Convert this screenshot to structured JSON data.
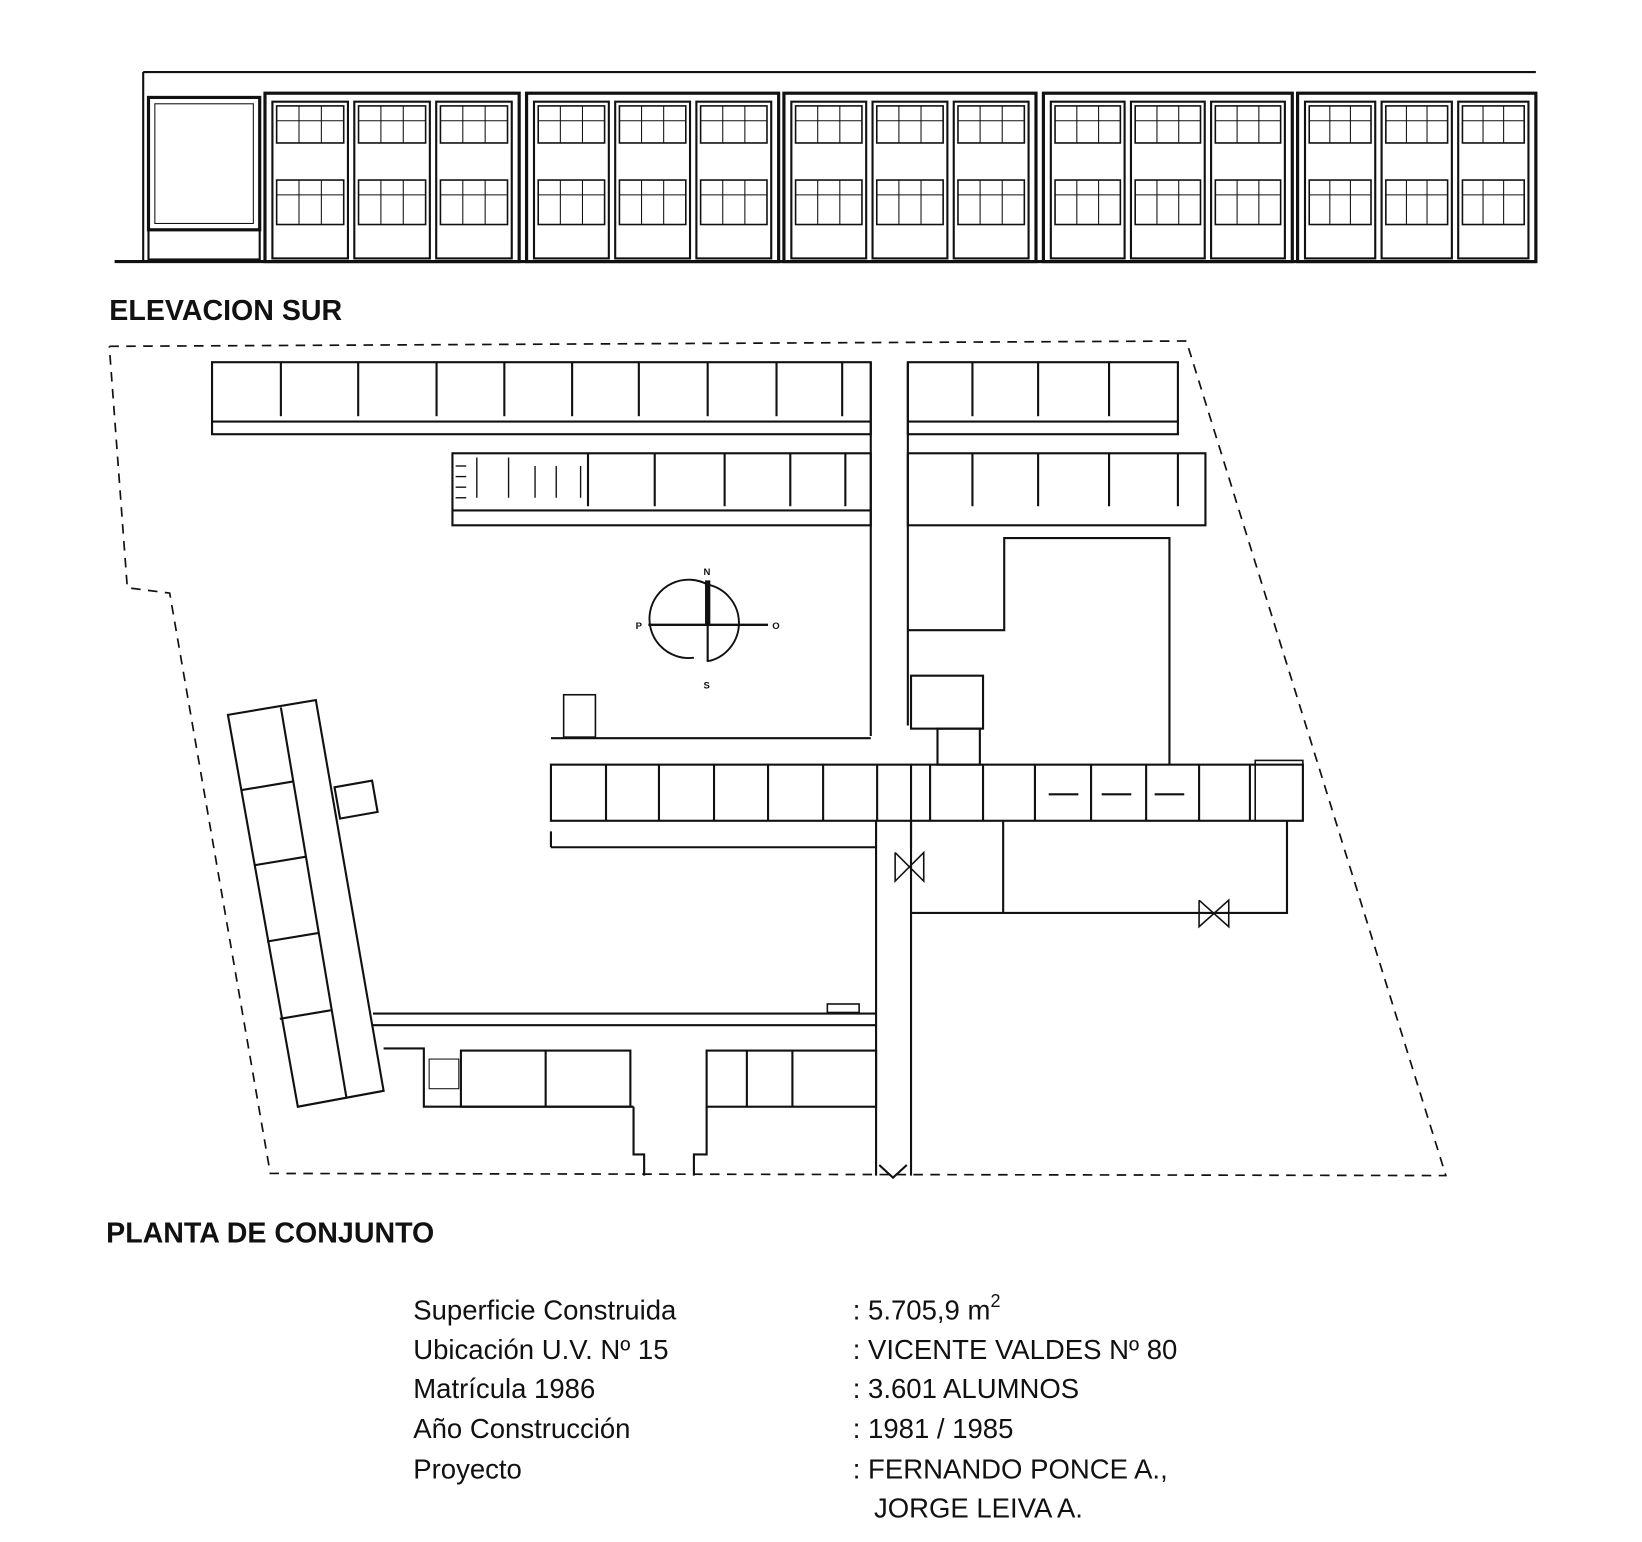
{
  "elevation": {
    "title": "ELEVACION SUR"
  },
  "plan": {
    "title": "PLANTA DE CONJUNTO",
    "compass": {
      "north": "N",
      "west": "P",
      "east": "O",
      "south": "S"
    }
  },
  "info": [
    {
      "label": "Superficie Construida",
      "value": ": 5.705,9 m",
      "sup": "2"
    },
    {
      "label": "Ubicación U.V. Nº 15",
      "value": ": VICENTE VALDES Nº 80"
    },
    {
      "label": "Matrícula 1986",
      "value": ": 3.601 ALUMNOS"
    },
    {
      "label": "Año Construcción",
      "value": ": 1981 / 1985"
    },
    {
      "label": "Proyecto",
      "value": ": FERNANDO PONCE A.,",
      "value2": "JORGE LEIVA A."
    }
  ]
}
